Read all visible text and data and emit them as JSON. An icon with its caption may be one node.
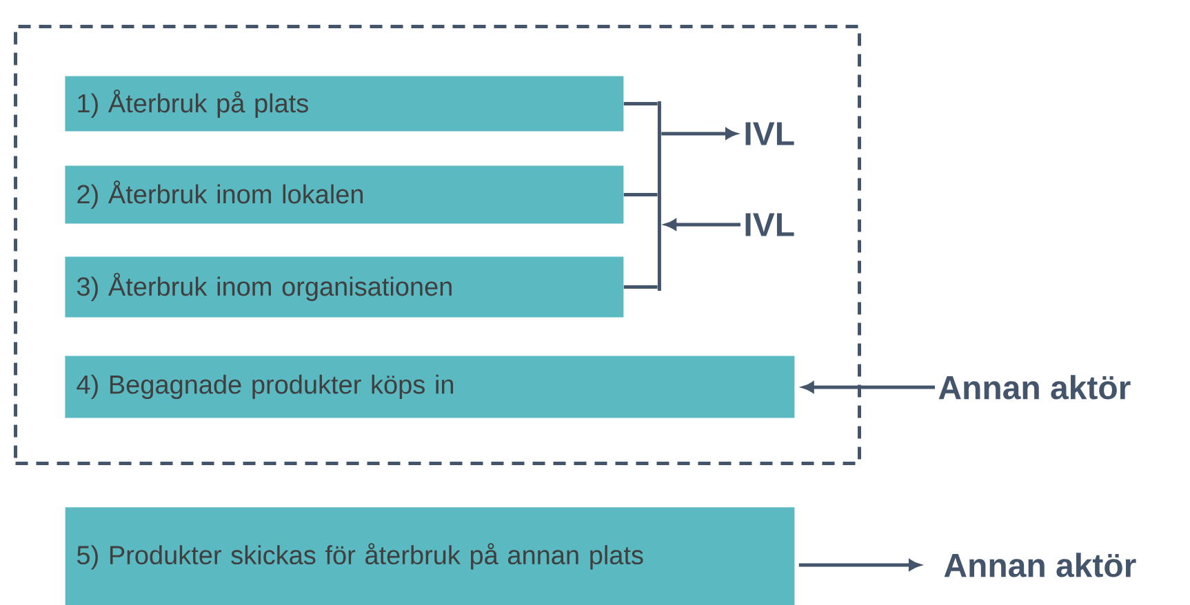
{
  "diagram": {
    "nodes": [
      {
        "text": [],
        "shape": "box"
      },
      {
        "text": [
          "1) Återbruk på plats"
        ],
        "in": 0
      },
      {
        "text": [
          "2) Återbruk inom lokalen"
        ],
        "in": 0
      },
      {
        "text": [
          "3) Återbruk inom organisationen"
        ],
        "in": 0
      },
      {
        "text": [
          "4) Begagnade produkter köps in"
        ],
        "in": 0
      },
      {
        "text": [
          "5) Produkter skickas för återbruk på annan plats"
        ]
      },
      {
        "text": [],
        "shape": "bar",
        "in": 0
      },
      {
        "text": [
          "IVL"
        ],
        "in": 0
      },
      {
        "text": [
          "IVL"
        ],
        "in": 0
      },
      {
        "text": [
          "Annan aktör"
        ]
      },
      {
        "text": [
          "Annan aktör"
        ]
      }
    ],
    "edges": [
      {
        "from": 1,
        "to": 6,
        "arrow": "none"
      },
      {
        "from": 2,
        "to": 6,
        "arrow": "none"
      },
      {
        "from": 3,
        "to": 6,
        "arrow": "none"
      },
      {
        "from": 6,
        "to": 7,
        "arrow": "to"
      },
      {
        "from": 8,
        "to": 6,
        "arrow": "to"
      },
      {
        "from": 9,
        "to": 4,
        "arrow": "to"
      },
      {
        "from": 5,
        "to": 10,
        "arrow": "to"
      }
    ]
  }
}
